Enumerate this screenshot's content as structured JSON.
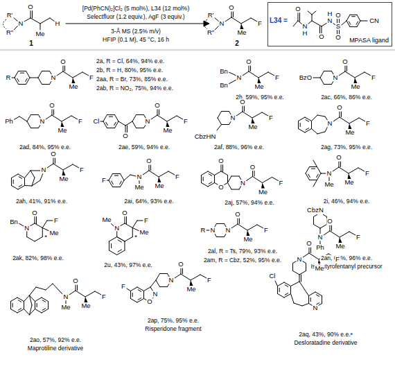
{
  "diagram": {
    "nodes": [
      {
        "text": [
          "L34 =",
          "MPASA ligand"
        ]
      }
    ],
    "labels": [
      "R′",
      "R″",
      "N",
      "O",
      "Me",
      "H",
      "1",
      "[Pd(PhCN)₂]Cl₂ (5 mol%), L34 (12 mol%)",
      "Selectfluor (1.2 equiv.), AgF (3 equiv.)",
      "3-Å MS (2.5% m/v)",
      "HFIP (0.1 M), 45 °C, 16 h",
      "R′",
      "R″",
      "N",
      "O",
      "Me",
      "F",
      "2",
      "O",
      "N",
      "H",
      "O",
      "N",
      "H",
      "S",
      "O",
      "O",
      "CN",
      "R",
      "N",
      "O",
      "Me",
      "F",
      "2a, R = Cl, 64%, 94% e.e.",
      "2b, R = H, 80%, 95% e.e.",
      "2aa, R = Br, 73%, 85% e.e.",
      "2ab, R = NO₂, 75%, 94% e.e.",
      "Bn",
      "Bn",
      "N",
      "O",
      "Me",
      "F",
      "2h, 59%, 95% e.e.",
      "BzO",
      "N",
      "O",
      "Me",
      "F",
      "2ac, 66%, 86% e.e.",
      "Ph",
      "N",
      "O",
      "Me",
      "F",
      "2ad, 84%, 95% e.e.",
      "Cl",
      "O",
      "N",
      "O",
      "Me",
      "F",
      "2ae, 59%, 94% e.e.",
      "CbzHN",
      "N",
      "O",
      "Me",
      "F",
      "2af, 88%, 96% e.e.",
      "N",
      "O",
      "Me",
      "F",
      "2ag, 73%, 95% e.e.",
      "N",
      "O",
      "Me",
      "F",
      "2ah, 41%, 91% e.e.",
      "F",
      "N",
      "O",
      "Me",
      "F",
      "Me",
      "2ai, 64%, 93% e.e.",
      "O",
      "O",
      "N",
      "O",
      "Me",
      "F",
      "2aj, 57%, 94% e.e.",
      "N",
      "O",
      "Me",
      "F",
      "Me",
      "2i, 46%, 94% e.e.",
      "Bn",
      "N",
      "O",
      "F",
      "Me",
      "*",
      "2ak, 82%, 98% e.e.",
      "Me",
      "N",
      "O",
      "F",
      "Me",
      "*",
      "2u, 43%, 97% e.e.",
      "R",
      "N",
      "N",
      "O",
      "Me",
      "F",
      "2al, R = Ts, 79%, 93% e.e.",
      "2am, R = Cbz, 52%, 95% e.e.",
      "CbzN",
      "N",
      "O",
      "Me",
      "F",
      "Ph",
      "2an, 66%, 96% e.e.",
      "Isobutyrofentanyl precursor",
      "N",
      "O",
      "Me",
      "F",
      "Me",
      "2ao, 57%, 92% e.e.",
      "Maprotiline derivative",
      "F",
      "N",
      "O",
      "N",
      "O",
      "Me",
      "F",
      "2ap, 75%, 95% e.e.",
      "Risperidone fragment",
      "Cl",
      "N",
      "N",
      "O",
      "Me",
      "F",
      "2aq, 43%, 90% e.e.ᵃ",
      "Desloratadine derivative"
    ]
  }
}
